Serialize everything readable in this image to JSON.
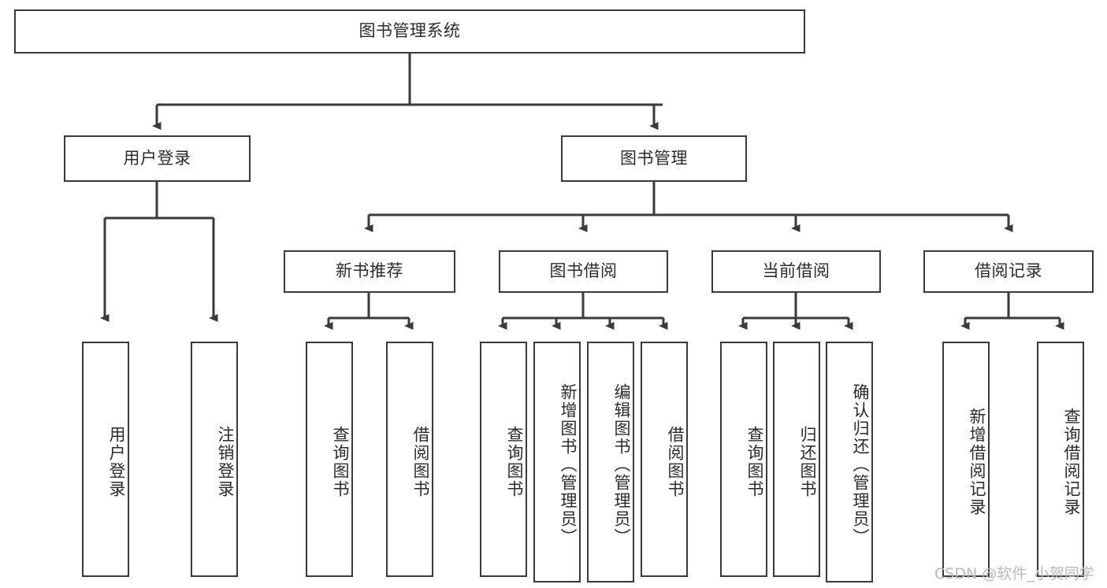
{
  "diagram": {
    "title": "图书管理系统",
    "type": "tree",
    "levels": [
      {
        "level": 1,
        "nodes": [
          {
            "id": "root",
            "label": "图书管理系统",
            "orientation": "horizontal"
          }
        ]
      },
      {
        "level": 2,
        "nodes": [
          {
            "id": "user-login",
            "label": "用户登录",
            "orientation": "horizontal",
            "parent": "root"
          },
          {
            "id": "book-manage",
            "label": "图书管理",
            "orientation": "horizontal",
            "parent": "root"
          }
        ]
      },
      {
        "level": 3,
        "nodes": [
          {
            "id": "new-book-rec",
            "label": "新书推荐",
            "orientation": "horizontal",
            "parent": "book-manage"
          },
          {
            "id": "book-borrow",
            "label": "图书借阅",
            "orientation": "horizontal",
            "parent": "book-manage"
          },
          {
            "id": "current-borrow",
            "label": "当前借阅",
            "orientation": "horizontal",
            "parent": "book-manage"
          },
          {
            "id": "borrow-record",
            "label": "借阅记录",
            "orientation": "horizontal",
            "parent": "book-manage"
          }
        ]
      },
      {
        "level": 4,
        "nodes": [
          {
            "id": "leaf-user-login",
            "label": "用户登录",
            "orientation": "vertical",
            "parent": "user-login"
          },
          {
            "id": "leaf-user-logout",
            "label": "注销登录",
            "orientation": "vertical",
            "parent": "user-login"
          },
          {
            "id": "leaf-query-book-1",
            "label": "查询图书",
            "orientation": "vertical",
            "parent": "new-book-rec"
          },
          {
            "id": "leaf-borrow-book-1",
            "label": "借阅图书",
            "orientation": "vertical",
            "parent": "new-book-rec"
          },
          {
            "id": "leaf-query-book-2",
            "label": "查询图书",
            "orientation": "vertical",
            "parent": "book-borrow"
          },
          {
            "id": "leaf-add-book",
            "label": "新增图书（管理员）",
            "orientation": "vertical",
            "parent": "book-borrow"
          },
          {
            "id": "leaf-edit-book",
            "label": "编辑图书（管理员）",
            "orientation": "vertical",
            "parent": "book-borrow"
          },
          {
            "id": "leaf-borrow-book-2",
            "label": "借阅图书",
            "orientation": "vertical",
            "parent": "book-borrow"
          },
          {
            "id": "leaf-query-book-3",
            "label": "查询图书",
            "orientation": "vertical",
            "parent": "current-borrow"
          },
          {
            "id": "leaf-return-book",
            "label": "归还图书",
            "orientation": "vertical",
            "parent": "current-borrow"
          },
          {
            "id": "leaf-confirm-return",
            "label": "确认归还（管理员）",
            "orientation": "vertical",
            "parent": "current-borrow"
          },
          {
            "id": "leaf-add-record",
            "label": "新增借阅记录",
            "orientation": "vertical",
            "parent": "borrow-record"
          },
          {
            "id": "leaf-query-record",
            "label": "查询借阅记录",
            "orientation": "vertical",
            "parent": "borrow-record"
          }
        ]
      }
    ],
    "watermark": "CSDN @软件_小贺同学",
    "colors": {
      "stroke": "#3a3a3a",
      "fill": "#ffffff",
      "text": "#2b2b2b",
      "watermark": "#b9b9b9"
    }
  }
}
